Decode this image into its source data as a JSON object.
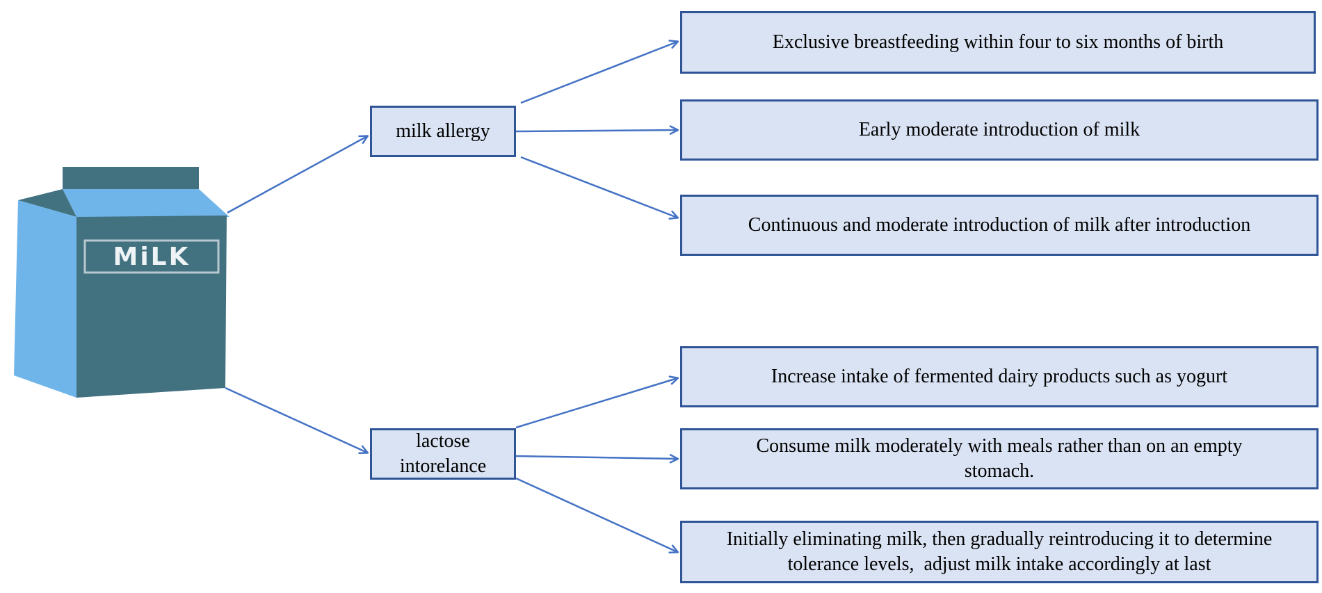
{
  "carton": {
    "label": "MiLK"
  },
  "categories": {
    "milk_allergy": "milk allergy",
    "lactose_intolerance": "lactose intorelance"
  },
  "milk_allergy_measures": [
    "Exclusive breastfeeding within four to six months of birth",
    "Early moderate introduction of milk",
    "Continuous and moderate introduction of milk after introduction"
  ],
  "lactose_intolerance_measures": [
    "Increase intake of fermented dairy products such as yogurt",
    "Consume milk moderately with meals rather than on an empty stomach.",
    "Initially eliminating milk, then gradually reintroducing it to determine tolerance levels,  adjust milk intake accordingly at last"
  ],
  "colors": {
    "box_fill": "#dae3f3",
    "box_border": "#2f5597",
    "arrow": "#4472c4",
    "carton_light": "#6fb5ea",
    "carton_dark": "#42717f"
  }
}
